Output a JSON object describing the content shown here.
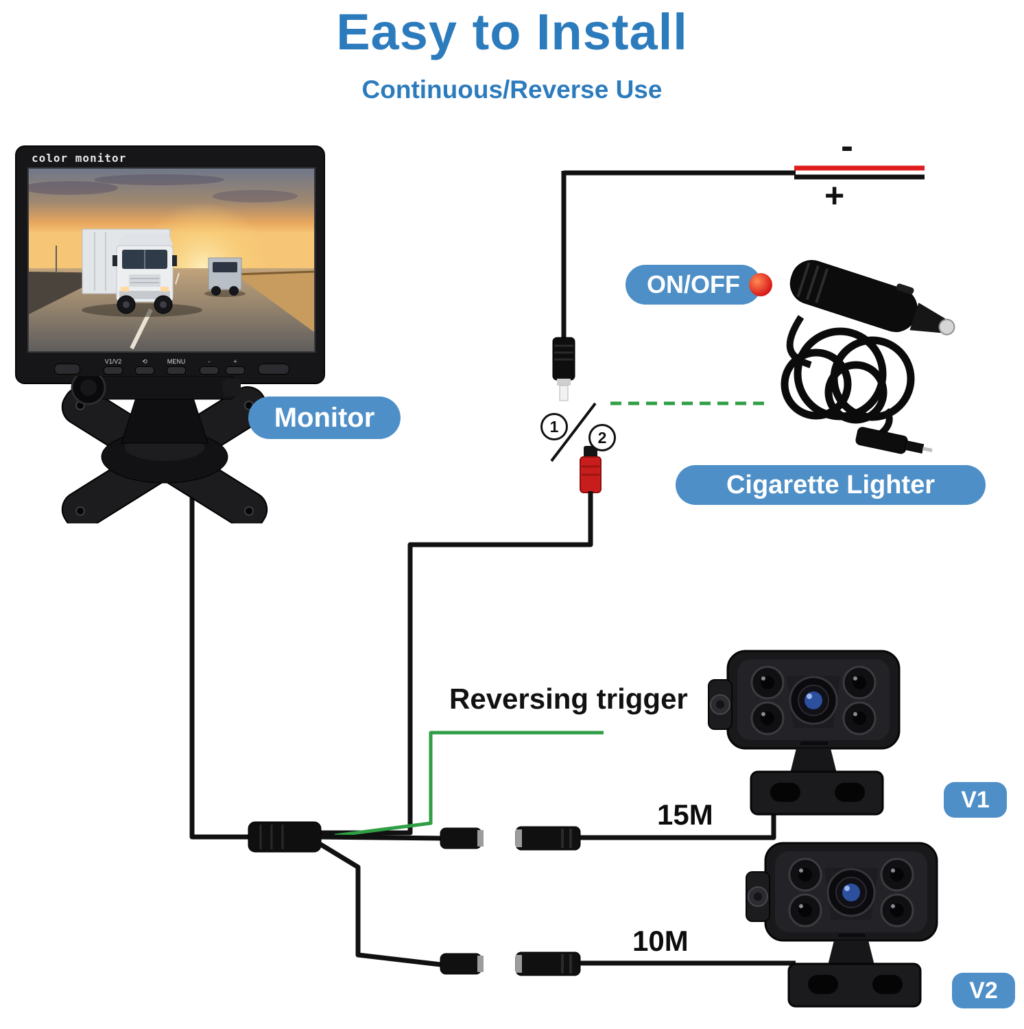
{
  "title": "Easy to Install",
  "subtitle": "Continuous/Reverse Use",
  "colors": {
    "heading_blue": "#2c7bbd",
    "pill_blue": "#4e8fc8",
    "wire_green": "#2f9e44",
    "wire_red": "#e01c1c"
  },
  "monitor": {
    "label": "Monitor",
    "screen_brand": "color monitor",
    "buttons": [
      "V1/V2",
      "⟲",
      "MENU",
      "-",
      "+"
    ]
  },
  "power": {
    "minus": "-",
    "plus": "+",
    "on_off": "ON/OFF",
    "step1": "1",
    "step2": "2",
    "cigarette_lighter": "Cigarette Lighter"
  },
  "trigger": {
    "label": "Reversing trigger"
  },
  "cameras": [
    {
      "label": "V1",
      "cable_length": "15M"
    },
    {
      "label": "V2",
      "cable_length": "10M"
    }
  ]
}
